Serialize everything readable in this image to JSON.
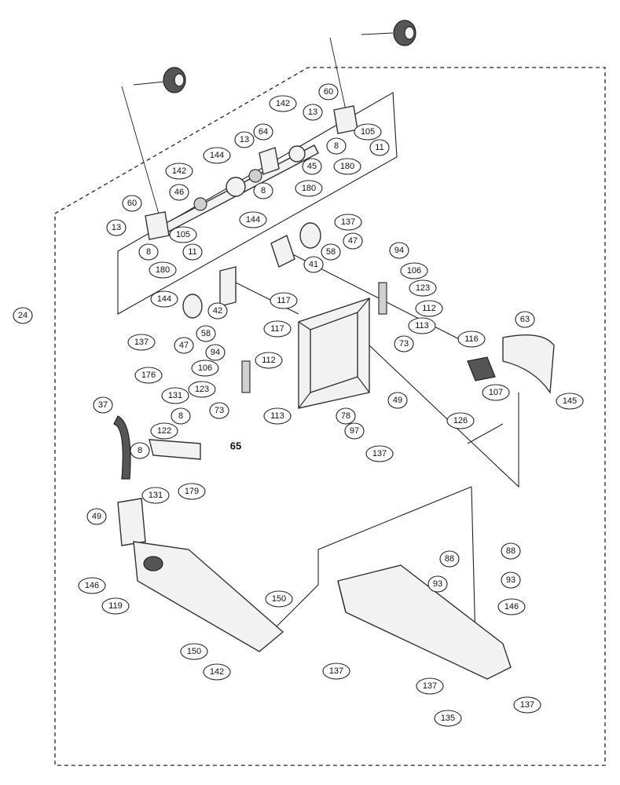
{
  "callouts": [
    {
      "id": "c1",
      "text": "142"
    },
    {
      "id": "c2",
      "text": "13"
    },
    {
      "id": "c3",
      "text": "60"
    },
    {
      "id": "c4",
      "text": "105"
    },
    {
      "id": "c5",
      "text": "11"
    },
    {
      "id": "c6",
      "text": "8"
    },
    {
      "id": "c7",
      "text": "180"
    },
    {
      "id": "c8",
      "text": "13"
    },
    {
      "id": "c9",
      "text": "64"
    },
    {
      "id": "c10",
      "text": "45"
    },
    {
      "id": "c11",
      "text": "8"
    },
    {
      "id": "c12",
      "text": "180"
    },
    {
      "id": "c13",
      "text": "142"
    },
    {
      "id": "c14",
      "text": "144"
    },
    {
      "id": "c15",
      "text": "46"
    },
    {
      "id": "c16",
      "text": "60"
    },
    {
      "id": "c17",
      "text": "13"
    },
    {
      "id": "c18",
      "text": "105"
    },
    {
      "id": "c19",
      "text": "8"
    },
    {
      "id": "c20",
      "text": "11"
    },
    {
      "id": "c21",
      "text": "180"
    },
    {
      "id": "c22",
      "text": "144"
    },
    {
      "id": "c23",
      "text": "137"
    },
    {
      "id": "c24",
      "text": "47"
    },
    {
      "id": "c25",
      "text": "58"
    },
    {
      "id": "c26",
      "text": "41"
    },
    {
      "id": "c27",
      "text": "94"
    },
    {
      "id": "c28",
      "text": "106"
    },
    {
      "id": "c29",
      "text": "123"
    },
    {
      "id": "c30",
      "text": "112"
    },
    {
      "id": "c31",
      "text": "113"
    },
    {
      "id": "c32",
      "text": "73"
    },
    {
      "id": "c33",
      "text": "117"
    },
    {
      "id": "c34",
      "text": "144"
    },
    {
      "id": "c35",
      "text": "42"
    },
    {
      "id": "c36",
      "text": "24"
    },
    {
      "id": "c37",
      "text": "137"
    },
    {
      "id": "c38",
      "text": "47"
    },
    {
      "id": "c39",
      "text": "58"
    },
    {
      "id": "c40",
      "text": "117"
    },
    {
      "id": "c41",
      "text": "94"
    },
    {
      "id": "c42",
      "text": "112"
    },
    {
      "id": "c43",
      "text": "106"
    },
    {
      "id": "c44",
      "text": "123"
    },
    {
      "id": "c45",
      "text": "73"
    },
    {
      "id": "c46",
      "text": "113"
    },
    {
      "id": "c47",
      "text": "176"
    },
    {
      "id": "c48",
      "text": "131"
    },
    {
      "id": "c49",
      "text": "8"
    },
    {
      "id": "c50",
      "text": "37"
    },
    {
      "id": "c51",
      "text": "122"
    },
    {
      "id": "c52",
      "text": "8"
    },
    {
      "id": "c53",
      "text": "131"
    },
    {
      "id": "c54",
      "text": "179"
    },
    {
      "id": "c55",
      "text": "49"
    },
    {
      "id": "c56",
      "text": "146"
    },
    {
      "id": "c57",
      "text": "119"
    },
    {
      "id": "c58",
      "text": "150"
    },
    {
      "id": "c59",
      "text": "150"
    },
    {
      "id": "c60",
      "text": "142"
    },
    {
      "id": "c61",
      "text": "78"
    },
    {
      "id": "c62",
      "text": "97"
    },
    {
      "id": "c63",
      "text": "137"
    },
    {
      "id": "c64",
      "text": "49"
    },
    {
      "id": "c65",
      "text": "63"
    },
    {
      "id": "c66",
      "text": "116"
    },
    {
      "id": "c67",
      "text": "107"
    },
    {
      "id": "c68",
      "text": "145"
    },
    {
      "id": "c69",
      "text": "126"
    },
    {
      "id": "c70",
      "text": "88"
    },
    {
      "id": "c71",
      "text": "93"
    },
    {
      "id": "c72",
      "text": "88"
    },
    {
      "id": "c73",
      "text": "93"
    },
    {
      "id": "c74",
      "text": "146"
    },
    {
      "id": "c75",
      "text": "137"
    },
    {
      "id": "c76",
      "text": "137"
    },
    {
      "id": "c77",
      "text": "135"
    },
    {
      "id": "c78",
      "text": "137"
    }
  ],
  "plain_labels": [
    {
      "id": "p1",
      "text": "65"
    }
  ]
}
